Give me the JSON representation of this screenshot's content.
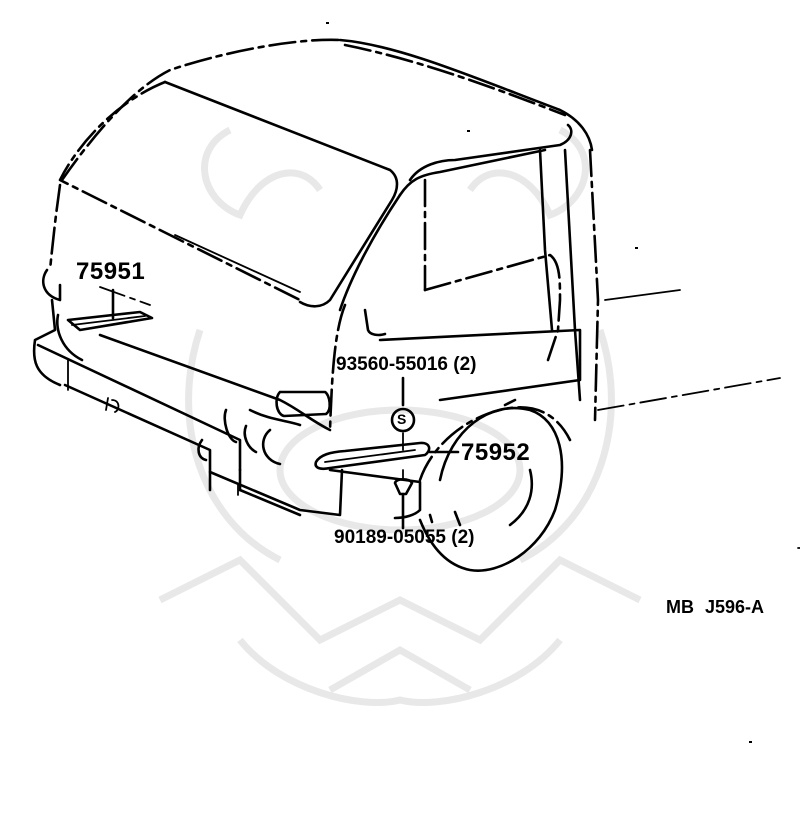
{
  "diagram": {
    "type": "parts-exploded-view",
    "subject": "truck cab front with emblems",
    "reference_code": "MB  J596-A",
    "callouts": [
      {
        "id": "75951",
        "label": "75951",
        "description": "front emblem plate (upper grille)"
      },
      {
        "id": "93560",
        "label": "93560-55016 (2)",
        "description": "screw, marked S"
      },
      {
        "id": "75952",
        "label": "75952",
        "description": "side emblem plate (fender)"
      },
      {
        "id": "90189",
        "label": "90189-05055 (2)",
        "description": "clip"
      }
    ],
    "symbols": {
      "screw_marker": "S"
    },
    "colors": {
      "line": "#000000",
      "background": "#ffffff",
      "watermark": "#e8e8e8"
    }
  }
}
